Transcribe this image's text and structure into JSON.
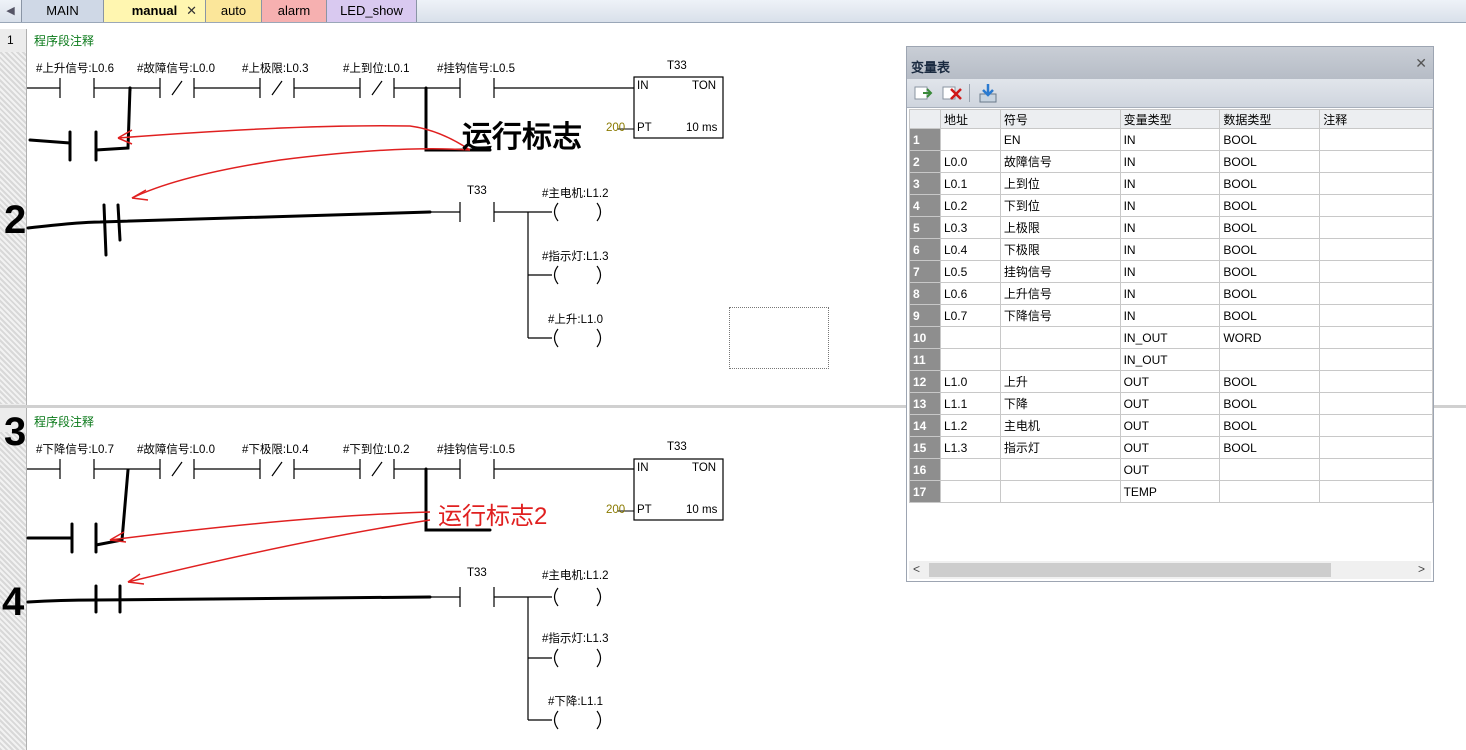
{
  "tabs": {
    "main": "MAIN",
    "manual": "manual",
    "manual_close": "✕",
    "auto": "auto",
    "alarm": "alarm",
    "led_show": "LED_show"
  },
  "networks": [
    {
      "number": "1",
      "comment": "程序段注释",
      "contacts": [
        "#上升信号:L0.6",
        "#故障信号:L0.0",
        "#上极限:L0.3",
        "#上到位:L0.1",
        "#挂钩信号:L0.5"
      ],
      "timer": {
        "name": "T33",
        "in": "IN",
        "type": "TON",
        "pt_value": "200",
        "pt": "PT",
        "base": "10 ms"
      },
      "contact_t": "T33",
      "coils": [
        "#主电机:L1.2",
        "#指示灯:L1.3",
        "#上升:L1.0"
      ],
      "annotation": "运行标志",
      "hand_mark": "2"
    },
    {
      "number": "",
      "comment": "程序段注释",
      "contacts": [
        "#下降信号:L0.7",
        "#故障信号:L0.0",
        "#下极限:L0.4",
        "#下到位:L0.2",
        "#挂钩信号:L0.5"
      ],
      "timer": {
        "name": "T33",
        "in": "IN",
        "type": "TON",
        "pt_value": "200",
        "pt": "PT",
        "base": "10 ms"
      },
      "contact_t": "T33",
      "coils": [
        "#主电机:L1.2",
        "#指示灯:L1.3",
        "#下降:L1.1"
      ],
      "annotation": "运行标志2",
      "hand_mark_a": "3",
      "hand_mark_b": "4"
    }
  ],
  "variable_table": {
    "title": "变量表",
    "close": "✕",
    "headers": [
      "",
      "地址",
      "符号",
      "变量类型",
      "数据类型",
      "注释"
    ],
    "rows": [
      [
        "1",
        "",
        "EN",
        "IN",
        "BOOL",
        ""
      ],
      [
        "2",
        "L0.0",
        "故障信号",
        "IN",
        "BOOL",
        ""
      ],
      [
        "3",
        "L0.1",
        "上到位",
        "IN",
        "BOOL",
        ""
      ],
      [
        "4",
        "L0.2",
        "下到位",
        "IN",
        "BOOL",
        ""
      ],
      [
        "5",
        "L0.3",
        "上极限",
        "IN",
        "BOOL",
        ""
      ],
      [
        "6",
        "L0.4",
        "下极限",
        "IN",
        "BOOL",
        ""
      ],
      [
        "7",
        "L0.5",
        "挂钩信号",
        "IN",
        "BOOL",
        ""
      ],
      [
        "8",
        "L0.6",
        "上升信号",
        "IN",
        "BOOL",
        ""
      ],
      [
        "9",
        "L0.7",
        "下降信号",
        "IN",
        "BOOL",
        ""
      ],
      [
        "10",
        "",
        "",
        "IN_OUT",
        "WORD",
        ""
      ],
      [
        "11",
        "",
        "",
        "IN_OUT",
        "",
        ""
      ],
      [
        "12",
        "L1.0",
        "上升",
        "OUT",
        "BOOL",
        ""
      ],
      [
        "13",
        "L1.1",
        "下降",
        "OUT",
        "BOOL",
        ""
      ],
      [
        "14",
        "L1.2",
        "主电机",
        "OUT",
        "BOOL",
        ""
      ],
      [
        "15",
        "L1.3",
        "指示灯",
        "OUT",
        "BOOL",
        ""
      ],
      [
        "16",
        "",
        "",
        "OUT",
        "",
        ""
      ],
      [
        "17",
        "",
        "",
        "TEMP",
        "",
        ""
      ]
    ]
  }
}
